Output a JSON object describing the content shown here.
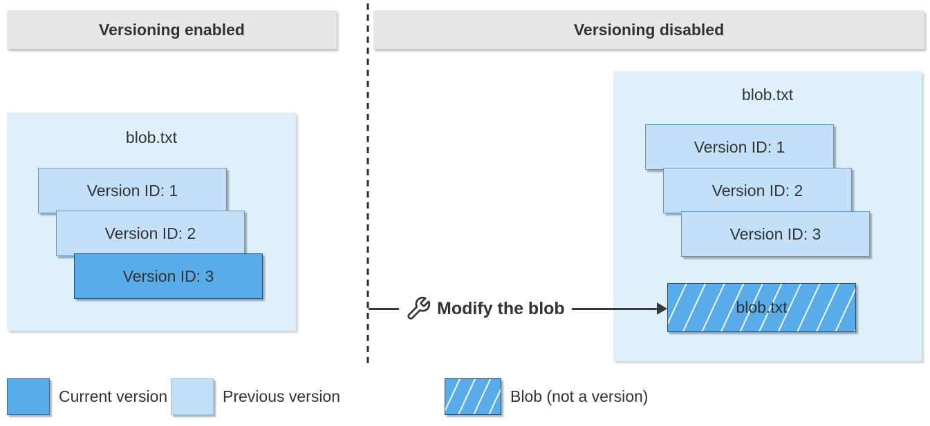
{
  "headers": {
    "left": "Versioning enabled",
    "right": "Versioning disabled"
  },
  "left_panel": {
    "container_title": "blob.txt",
    "versions": [
      {
        "label": "Version ID: 1",
        "type": "previous"
      },
      {
        "label": "Version ID: 2",
        "type": "previous"
      },
      {
        "label": "Version ID: 3",
        "type": "current"
      }
    ]
  },
  "right_panel": {
    "container_title": "blob.txt",
    "versions": [
      {
        "label": "Version ID: 1",
        "type": "previous"
      },
      {
        "label": "Version ID: 2",
        "type": "previous"
      },
      {
        "label": "Version ID: 3",
        "type": "previous"
      }
    ],
    "blob_box_label": "blob.txt"
  },
  "modify": {
    "icon": "wrench-icon",
    "label": "Modify the blob"
  },
  "legend": [
    {
      "label": "Current version",
      "swatch": "current-solid-blue"
    },
    {
      "label": "Previous version",
      "swatch": "previous-light-blue"
    },
    {
      "label": "Blob (not a version)",
      "swatch": "blue-white-hatched"
    }
  ],
  "colors": {
    "current_version": "#57ace9",
    "previous_version": "#c3e0f8",
    "container_background": "#def0fa",
    "header_background": "#e7e7e7",
    "border_light": "#5b9bd5",
    "border_dark": "#1f4e79",
    "text": "#333333"
  }
}
